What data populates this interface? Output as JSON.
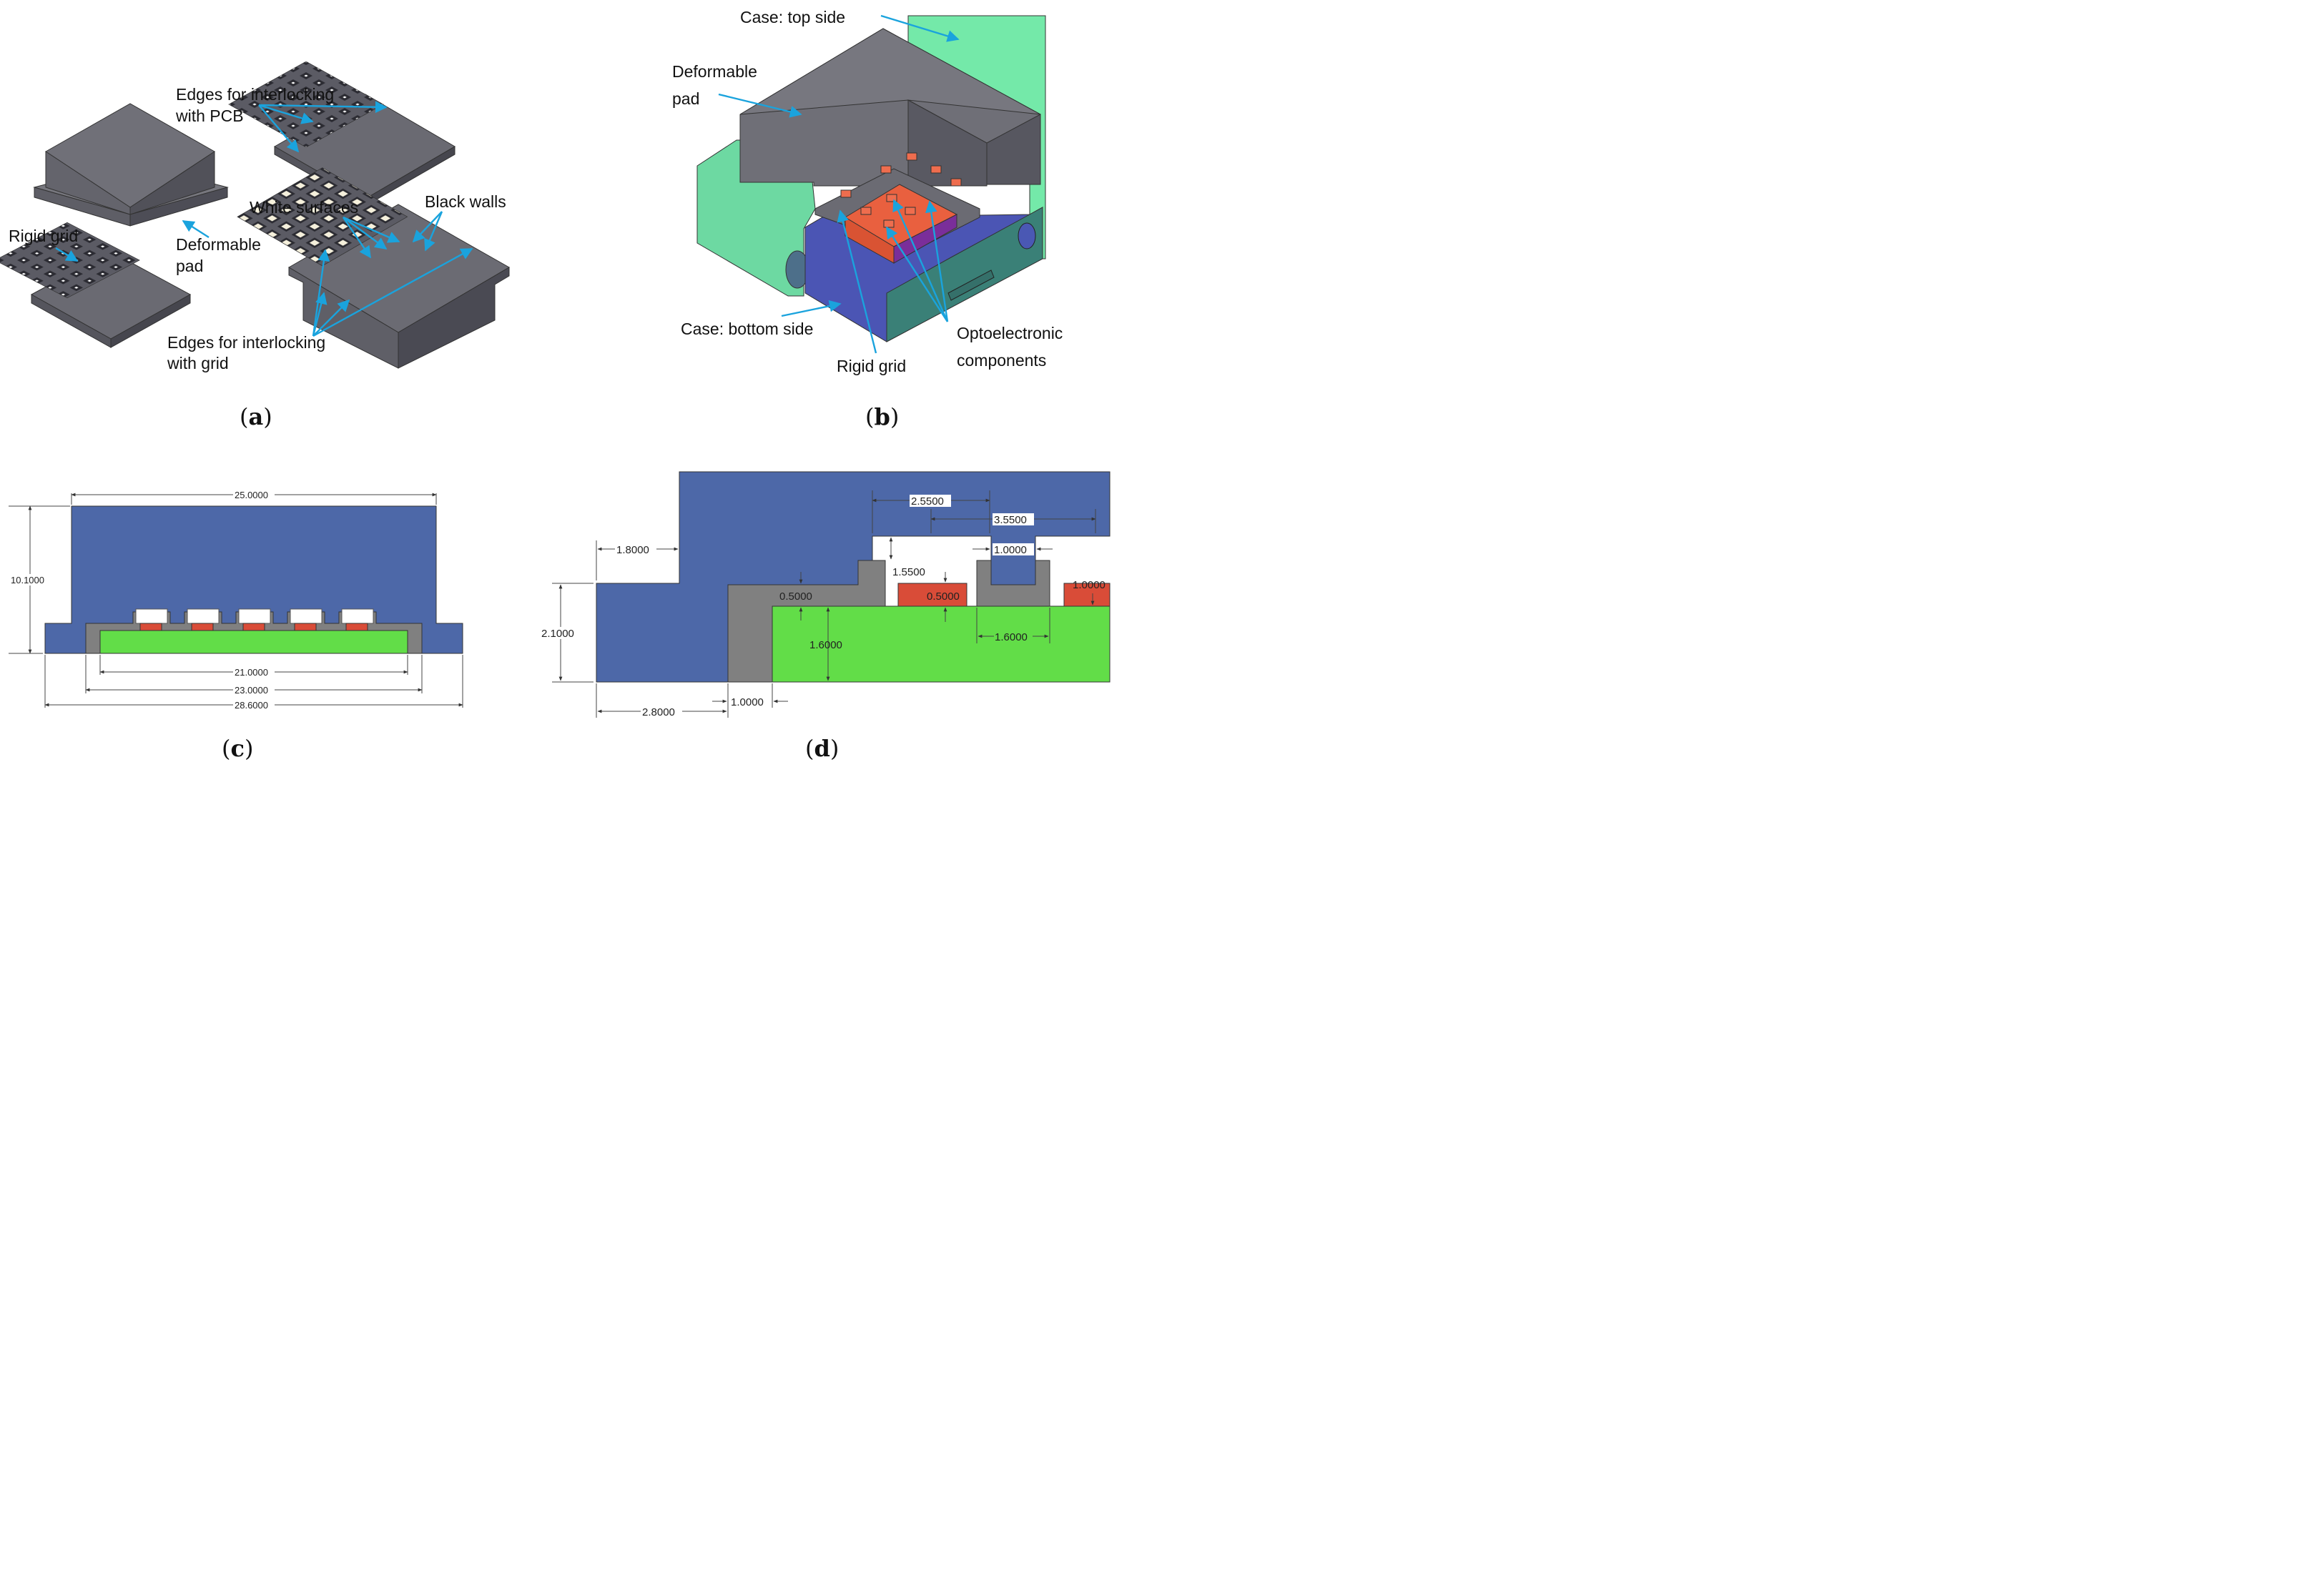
{
  "panel_a": {
    "labels": {
      "edges_pcb_l1": "Edges for interlocking",
      "edges_pcb_l2": "with PCB",
      "rigid_grid": "Rigid grid",
      "deformable_l1": "Deformable",
      "deformable_l2": "pad",
      "white_surfaces": "White surfaces",
      "black_walls": "Black walls",
      "edges_grid_l1": "Edges for interlocking",
      "edges_grid_l2": "with grid"
    },
    "caption_letter": "a"
  },
  "panel_b": {
    "labels": {
      "case_top": "Case: top side",
      "deformable_l1": "Deformable",
      "deformable_l2": "pad",
      "case_bottom": "Case: bottom side",
      "rigid_grid": "Rigid grid",
      "opto_l1": "Optoelectronic",
      "opto_l2": "components"
    },
    "caption_letter": "b"
  },
  "panel_c": {
    "dims": {
      "top_width": "25.0000",
      "height": "10.1000",
      "inner_pcb": "21.0000",
      "grid_width": "23.0000",
      "total_width": "28.6000"
    },
    "caption_letter": "c"
  },
  "panel_d": {
    "dims": {
      "d1": "1.8000",
      "d2": "2.5500",
      "d3": "3.5500",
      "d4": "1.0000",
      "d5": "1.5500",
      "d6": "0.5000",
      "d7": "0.5000",
      "d8": "1.0000",
      "d9": "2.1000",
      "d10": "1.6000",
      "d11": "1.6000",
      "d12": "2.8000",
      "d13": "1.0000"
    },
    "caption_letter": "d"
  },
  "colors": {
    "pad_gray": "#6f6f76",
    "pad_dark": "#565660",
    "case_green": "#72e8a8",
    "case_blue": "#4a55b0",
    "opto_red": "#e05a3c",
    "dim_blue": "#4e6aa8",
    "dim_gray": "#808080",
    "pcb_green": "#62dd48",
    "chip_red": "#d94c38",
    "arrow_blue": "#1aa3dd"
  }
}
